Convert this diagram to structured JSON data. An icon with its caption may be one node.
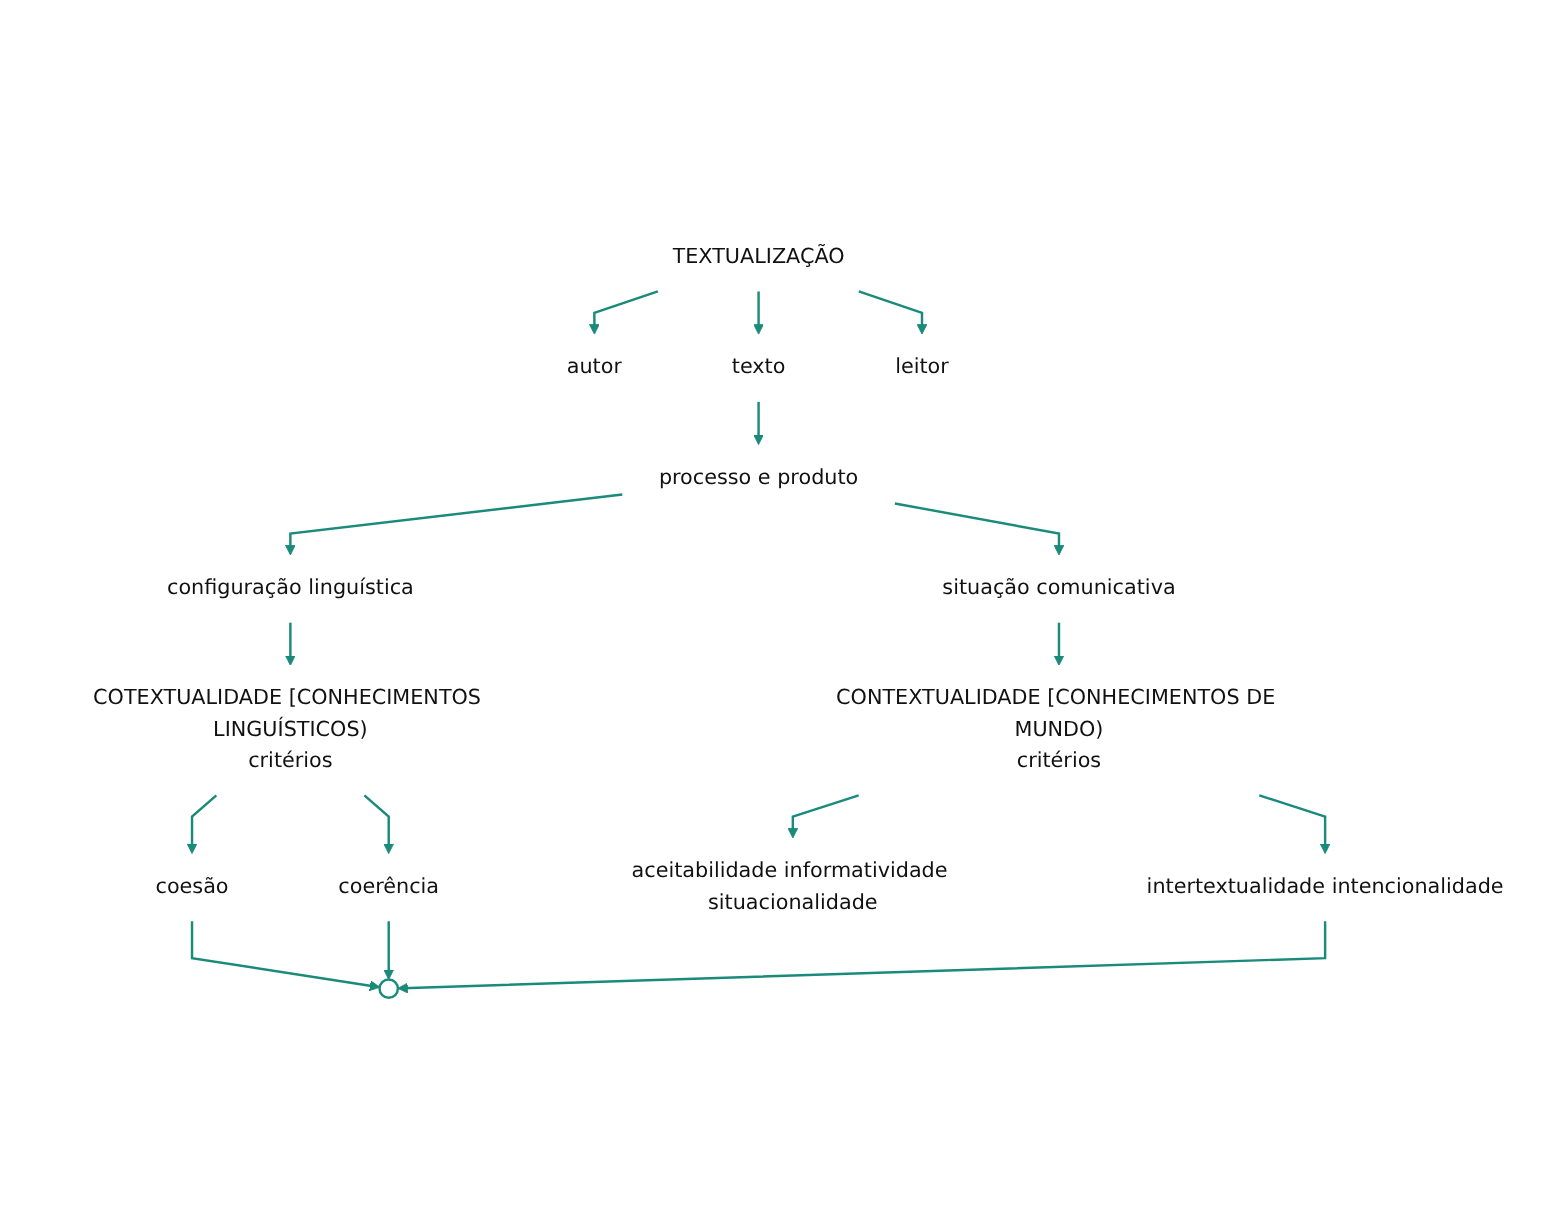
{
  "diagram": {
    "nodes": [
      {
        "text": [
          "TEXTUALIZAÇÃO"
        ]
      },
      {
        "text": [
          "autor"
        ]
      },
      {
        "text": [
          "texto"
        ]
      },
      {
        "text": [
          "leitor"
        ]
      },
      {
        "text": [
          "processo e produto"
        ]
      },
      {
        "text": [
          "configuração linguística"
        ]
      },
      {
        "text": [
          "situação comunicativa"
        ]
      },
      {
        "text": [
          "COTEXTUALIDADE [CONHECIMENTOS LINGUÍSTICOS)",
          "critérios"
        ]
      },
      {
        "text": [
          "CONTEXTUALIDADE [CONHECIMENTOS DE MUNDO)",
          "critérios"
        ]
      },
      {
        "text": [
          "coesão"
        ]
      },
      {
        "text": [
          "coerência"
        ]
      },
      {
        "text": [
          "aceitabilidade informatividade situacionalidade"
        ]
      },
      {
        "text": [
          "intertextualidade intencionalidade"
        ]
      },
      {
        "text": [],
        "shape": "circle"
      }
    ],
    "edges": [
      {
        "from": 0,
        "to": 1,
        "arrow": "to"
      },
      {
        "from": 0,
        "to": 2,
        "arrow": "to"
      },
      {
        "from": 0,
        "to": 3,
        "arrow": "to"
      },
      {
        "from": 2,
        "to": 4,
        "arrow": "to"
      },
      {
        "from": 4,
        "to": 5,
        "arrow": "to"
      },
      {
        "from": 4,
        "to": 6,
        "arrow": "to"
      },
      {
        "from": 5,
        "to": 7,
        "arrow": "to"
      },
      {
        "from": 6,
        "to": 8,
        "arrow": "to"
      },
      {
        "from": 7,
        "to": 9,
        "arrow": "to"
      },
      {
        "from": 7,
        "to": 10,
        "arrow": "to"
      },
      {
        "from": 8,
        "to": 11,
        "arrow": "to"
      },
      {
        "from": 8,
        "to": 12,
        "arrow": "to"
      },
      {
        "from": 9,
        "to": 13,
        "arrow": "to"
      },
      {
        "from": 10,
        "to": 13,
        "arrow": "to"
      },
      {
        "from": 12,
        "to": 13,
        "arrow": "to"
      }
    ]
  }
}
